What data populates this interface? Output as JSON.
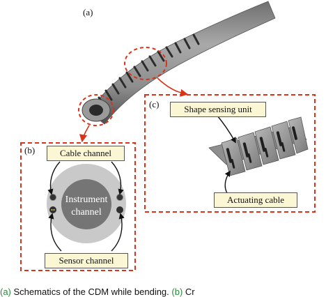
{
  "panels": {
    "a": "(a)",
    "b": "(b)",
    "c": "(c)"
  },
  "labels": {
    "cable_channel": "Cable channel",
    "instrument_channel_line1": "Instrument",
    "instrument_channel_line2": "channel",
    "sensor_channel": "Sensor channel",
    "shape_sensing_unit": "Shape sensing unit",
    "actuating_cable": "Actuating cable"
  },
  "caption": {
    "ref_a": "(a)",
    "text_mid": " Schematics of the CDM while bending. ",
    "ref_b": "(b)",
    "text_end": " Cr"
  },
  "colors": {
    "dashed_frame": "#d9331a",
    "callout_fill": "#fbf7d5",
    "tube_gray": "#8a8a8a",
    "caption_ref": "#2a8a3a"
  }
}
